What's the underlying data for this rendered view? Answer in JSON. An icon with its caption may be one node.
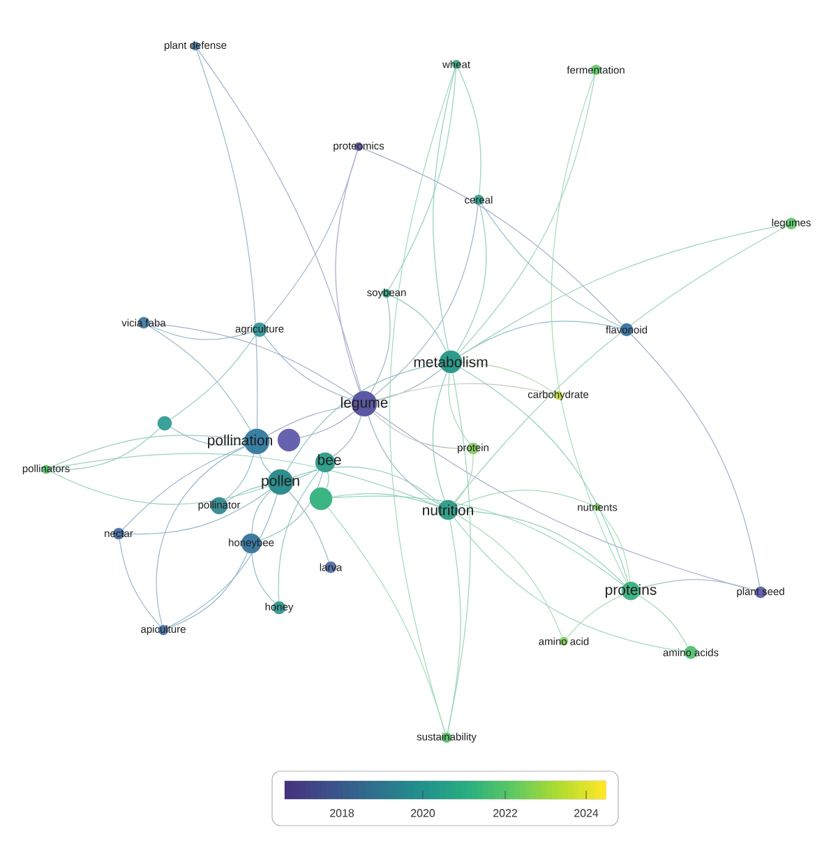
{
  "diagram": {
    "nodes": [
      {
        "text": [
          "plant defense"
        ]
      },
      {
        "text": [
          "wheat"
        ]
      },
      {
        "text": [
          "fermentation"
        ]
      },
      {
        "text": [
          "proteomics"
        ]
      },
      {
        "text": [
          "cereal"
        ]
      },
      {
        "text": [
          "legumes"
        ]
      },
      {
        "text": [
          "vicia faba"
        ]
      },
      {
        "text": [
          "agriculture"
        ]
      },
      {
        "text": [
          "soybean"
        ]
      },
      {
        "text": [
          "flavonoid"
        ]
      },
      {
        "text": [
          "metabolism"
        ]
      },
      {
        "text": [
          "carbohydrate"
        ]
      },
      {
        "text": [
          "legume"
        ]
      },
      {
        "text": [],
        "shape": "circle"
      },
      {
        "text": [
          "pollination"
        ]
      },
      {
        "text": [],
        "shape": "circle"
      },
      {
        "text": [
          "pollinators"
        ]
      },
      {
        "text": [
          "bee"
        ]
      },
      {
        "text": [
          "protein"
        ]
      },
      {
        "text": [
          "pollen"
        ]
      },
      {
        "text": [],
        "shape": "circle"
      },
      {
        "text": [
          "pollinator"
        ]
      },
      {
        "text": [
          "nutrition"
        ]
      },
      {
        "text": [
          "nutrients"
        ]
      },
      {
        "text": [
          "nectar"
        ]
      },
      {
        "text": [
          "honeybee"
        ]
      },
      {
        "text": [
          "larva"
        ]
      },
      {
        "text": [
          "proteins"
        ]
      },
      {
        "text": [
          "plant seed"
        ]
      },
      {
        "text": [
          "honey"
        ]
      },
      {
        "text": [
          "apiculture"
        ]
      },
      {
        "text": [
          "amino acid"
        ]
      },
      {
        "text": [
          "amino acids"
        ]
      },
      {
        "text": [
          "sustainability"
        ]
      }
    ],
    "edges": [
      {
        "from": 12,
        "to": 3,
        "arrow": "none"
      },
      {
        "from": 12,
        "to": 8,
        "arrow": "none"
      },
      {
        "from": 12,
        "to": 7,
        "arrow": "none"
      },
      {
        "from": 12,
        "to": 10,
        "arrow": "none"
      },
      {
        "from": 12,
        "to": 14,
        "arrow": "none"
      },
      {
        "from": 12,
        "to": 15,
        "arrow": "none"
      },
      {
        "from": 12,
        "to": 17,
        "arrow": "none"
      },
      {
        "from": 12,
        "to": 22,
        "arrow": "none"
      },
      {
        "from": 12,
        "to": 6,
        "arrow": "none"
      },
      {
        "from": 12,
        "to": 0,
        "arrow": "none"
      },
      {
        "from": 12,
        "to": 28,
        "arrow": "none"
      },
      {
        "from": 12,
        "to": 4,
        "arrow": "none"
      },
      {
        "from": 12,
        "to": 11,
        "arrow": "none"
      },
      {
        "from": 12,
        "to": 18,
        "arrow": "none"
      },
      {
        "from": 10,
        "to": 1,
        "arrow": "none"
      },
      {
        "from": 10,
        "to": 4,
        "arrow": "none"
      },
      {
        "from": 10,
        "to": 9,
        "arrow": "none"
      },
      {
        "from": 10,
        "to": 22,
        "arrow": "none"
      },
      {
        "from": 10,
        "to": 27,
        "arrow": "none"
      },
      {
        "from": 10,
        "to": 18,
        "arrow": "none"
      },
      {
        "from": 10,
        "to": 11,
        "arrow": "none"
      },
      {
        "from": 10,
        "to": 5,
        "arrow": "none"
      },
      {
        "from": 10,
        "to": 2,
        "arrow": "none"
      },
      {
        "from": 10,
        "to": 8,
        "arrow": "none"
      },
      {
        "from": 10,
        "to": 19,
        "arrow": "none"
      },
      {
        "from": 10,
        "to": 33,
        "arrow": "none"
      },
      {
        "from": 22,
        "to": 27,
        "arrow": "none"
      },
      {
        "from": 22,
        "to": 31,
        "arrow": "none"
      },
      {
        "from": 22,
        "to": 32,
        "arrow": "none"
      },
      {
        "from": 22,
        "to": 23,
        "arrow": "none"
      },
      {
        "from": 22,
        "to": 18,
        "arrow": "none"
      },
      {
        "from": 22,
        "to": 33,
        "arrow": "none"
      },
      {
        "from": 22,
        "to": 19,
        "arrow": "none"
      },
      {
        "from": 22,
        "to": 20,
        "arrow": "none"
      },
      {
        "from": 22,
        "to": 5,
        "arrow": "none"
      },
      {
        "from": 22,
        "to": 16,
        "arrow": "none"
      },
      {
        "from": 19,
        "to": 14,
        "arrow": "none"
      },
      {
        "from": 19,
        "to": 17,
        "arrow": "none"
      },
      {
        "from": 19,
        "to": 21,
        "arrow": "none"
      },
      {
        "from": 19,
        "to": 25,
        "arrow": "none"
      },
      {
        "from": 19,
        "to": 26,
        "arrow": "none"
      },
      {
        "from": 19,
        "to": 24,
        "arrow": "none"
      },
      {
        "from": 19,
        "to": 16,
        "arrow": "none"
      },
      {
        "from": 19,
        "to": 30,
        "arrow": "none"
      },
      {
        "from": 14,
        "to": 21,
        "arrow": "none"
      },
      {
        "from": 14,
        "to": 24,
        "arrow": "none"
      },
      {
        "from": 14,
        "to": 30,
        "arrow": "none"
      },
      {
        "from": 14,
        "to": 0,
        "arrow": "none"
      },
      {
        "from": 14,
        "to": 6,
        "arrow": "none"
      },
      {
        "from": 14,
        "to": 16,
        "arrow": "none"
      },
      {
        "from": 14,
        "to": 13,
        "arrow": "none"
      },
      {
        "from": 17,
        "to": 25,
        "arrow": "none"
      },
      {
        "from": 17,
        "to": 20,
        "arrow": "none"
      },
      {
        "from": 17,
        "to": 29,
        "arrow": "none"
      },
      {
        "from": 27,
        "to": 28,
        "arrow": "none"
      },
      {
        "from": 27,
        "to": 31,
        "arrow": "none"
      },
      {
        "from": 27,
        "to": 32,
        "arrow": "none"
      },
      {
        "from": 27,
        "to": 23,
        "arrow": "none"
      },
      {
        "from": 27,
        "to": 2,
        "arrow": "none"
      },
      {
        "from": 9,
        "to": 28,
        "arrow": "none"
      },
      {
        "from": 9,
        "to": 3,
        "arrow": "none"
      },
      {
        "from": 9,
        "to": 4,
        "arrow": "none"
      },
      {
        "from": 1,
        "to": 4,
        "arrow": "none"
      },
      {
        "from": 1,
        "to": 8,
        "arrow": "none"
      },
      {
        "from": 1,
        "to": 33,
        "arrow": "none"
      },
      {
        "from": 13,
        "to": 16,
        "arrow": "none"
      },
      {
        "from": 13,
        "to": 7,
        "arrow": "none"
      },
      {
        "from": 25,
        "to": 30,
        "arrow": "none"
      },
      {
        "from": 25,
        "to": 29,
        "arrow": "none"
      },
      {
        "from": 24,
        "to": 30,
        "arrow": "none"
      },
      {
        "from": 20,
        "to": 33,
        "arrow": "none"
      },
      {
        "from": 20,
        "to": 27,
        "arrow": "none"
      },
      {
        "from": 7,
        "to": 6,
        "arrow": "none"
      },
      {
        "from": 7,
        "to": 3,
        "arrow": "none"
      }
    ],
    "labels": [
      "2018",
      "2020",
      "2022",
      "2024"
    ]
  }
}
